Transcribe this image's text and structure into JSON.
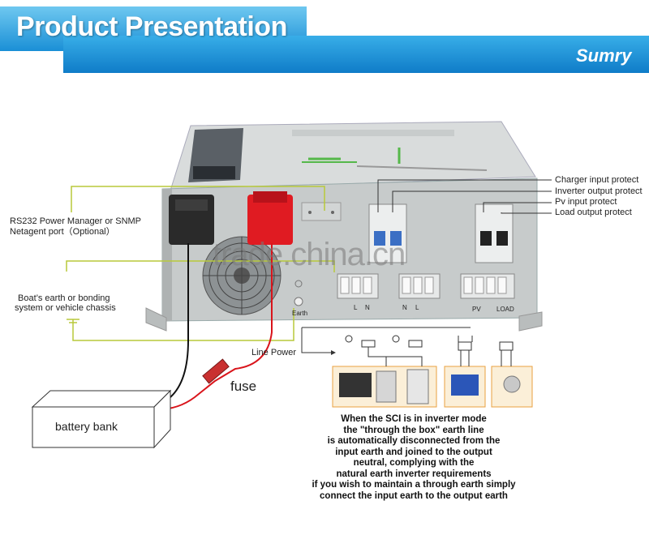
{
  "header": {
    "title": "Product Presentation",
    "brand": "Sumry"
  },
  "labels": {
    "rs232_line1": "RS232 Power Manager or SNMP",
    "rs232_line2": "Netagent port（Optional）",
    "boat_line1": "Boat’s earth or bonding",
    "boat_line2": "system or vehicle chassis",
    "charger_input": "Charger input protect",
    "inverter_output": "Inverter output protect",
    "pv_input": "Pv input protect",
    "load_output": "Load output protect",
    "line_power": "Line Power",
    "fuse": "fuse",
    "battery_bank": "battery bank",
    "earth": "Earth",
    "pv": "PV",
    "load": "LOAD",
    "n": "N",
    "l": "L"
  },
  "watermark": "trade.china.cn",
  "note_lines": [
    "When the  SCI  is in inverter mode",
    "the  \"through the box\" earth line",
    "is automatically disconnected from the",
    "input earth and joined to the output",
    "neutral, complying with the",
    "natural earth inverter requirements",
    "if you wish to maintain a through earth simply",
    "connect the input earth to the output earth"
  ],
  "colors": {
    "banner_blue": "#1a8fd6",
    "wire_red": "#d9141b",
    "wire_green": "#b8c93a",
    "wire_black": "#111111"
  }
}
